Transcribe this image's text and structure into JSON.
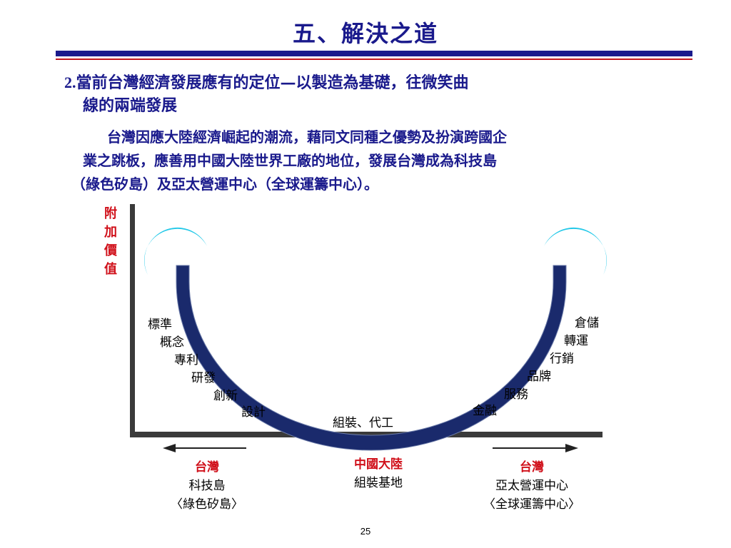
{
  "title": "五、解決之道",
  "heading": {
    "number": "2.",
    "line1": "當前台灣經濟發展應有的定位—以製造為基礎，往微笑曲",
    "line2": "線的兩端發展"
  },
  "paragraph": {
    "line1": "台灣因應大陸經濟崛起的潮流，藉同文同種之優勢及扮演跨國企",
    "line2": "業之跳板，應善用中國大陸世界工廠的地位，發展台灣成為科技島",
    "line3": "（綠色矽島）及亞太營運中心（全球運籌中心）。"
  },
  "diagram": {
    "y_axis_label": "附加價值",
    "left_items": [
      "標準",
      "概念",
      "專利",
      "研發",
      "創新",
      "設計"
    ],
    "bottom_item": "組裝、代工",
    "right_items": [
      "倉儲",
      "轉運",
      "行銷",
      "品牌",
      "服務",
      "金融"
    ],
    "colors": {
      "curve": "#1a2a6c",
      "moon": "#22c8e8",
      "axis": "#3a3a3a",
      "accent_red": "#d0101a",
      "title_blue": "#1a1a8c"
    },
    "icons": {
      "ends": "crescent-moon-icon",
      "arrows": "arrow-icon"
    }
  },
  "bottom": {
    "left": {
      "title": "台灣",
      "line1": "科技島",
      "line2": "〈綠色矽島〉"
    },
    "center": {
      "title": "中國大陸",
      "line1": "組裝基地"
    },
    "right": {
      "title": "台灣",
      "line1": "亞太營運中心",
      "line2": "〈全球運籌中心〉"
    }
  },
  "page_number": "25"
}
